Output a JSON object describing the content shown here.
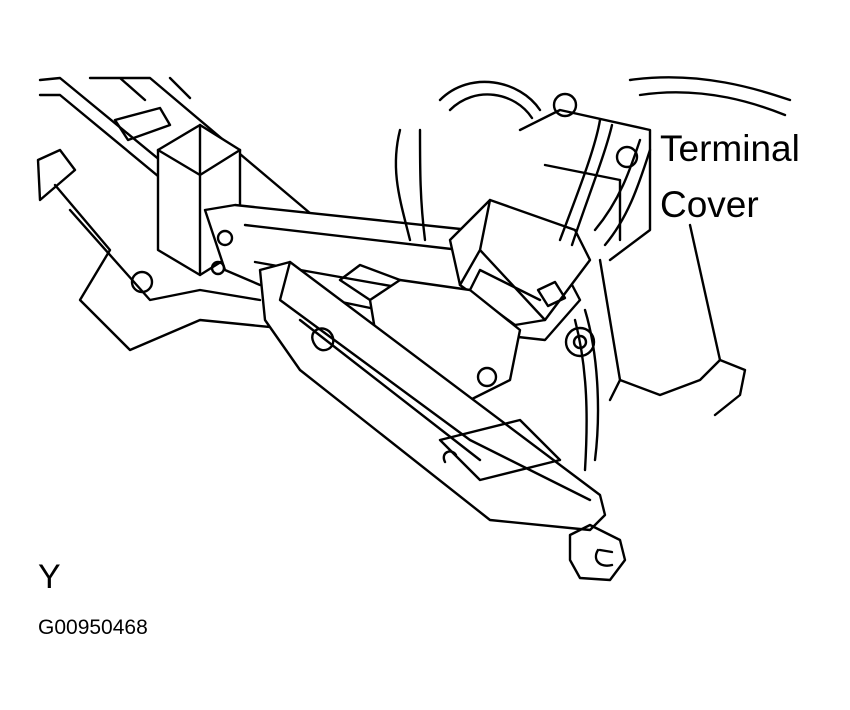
{
  "labels": {
    "callout_line1": "Terminal",
    "callout_line2": "Cover",
    "view_letter": "Y",
    "figure_id": "G00950468"
  },
  "colors": {
    "ink": "#000000",
    "paper": "#ffffff"
  }
}
